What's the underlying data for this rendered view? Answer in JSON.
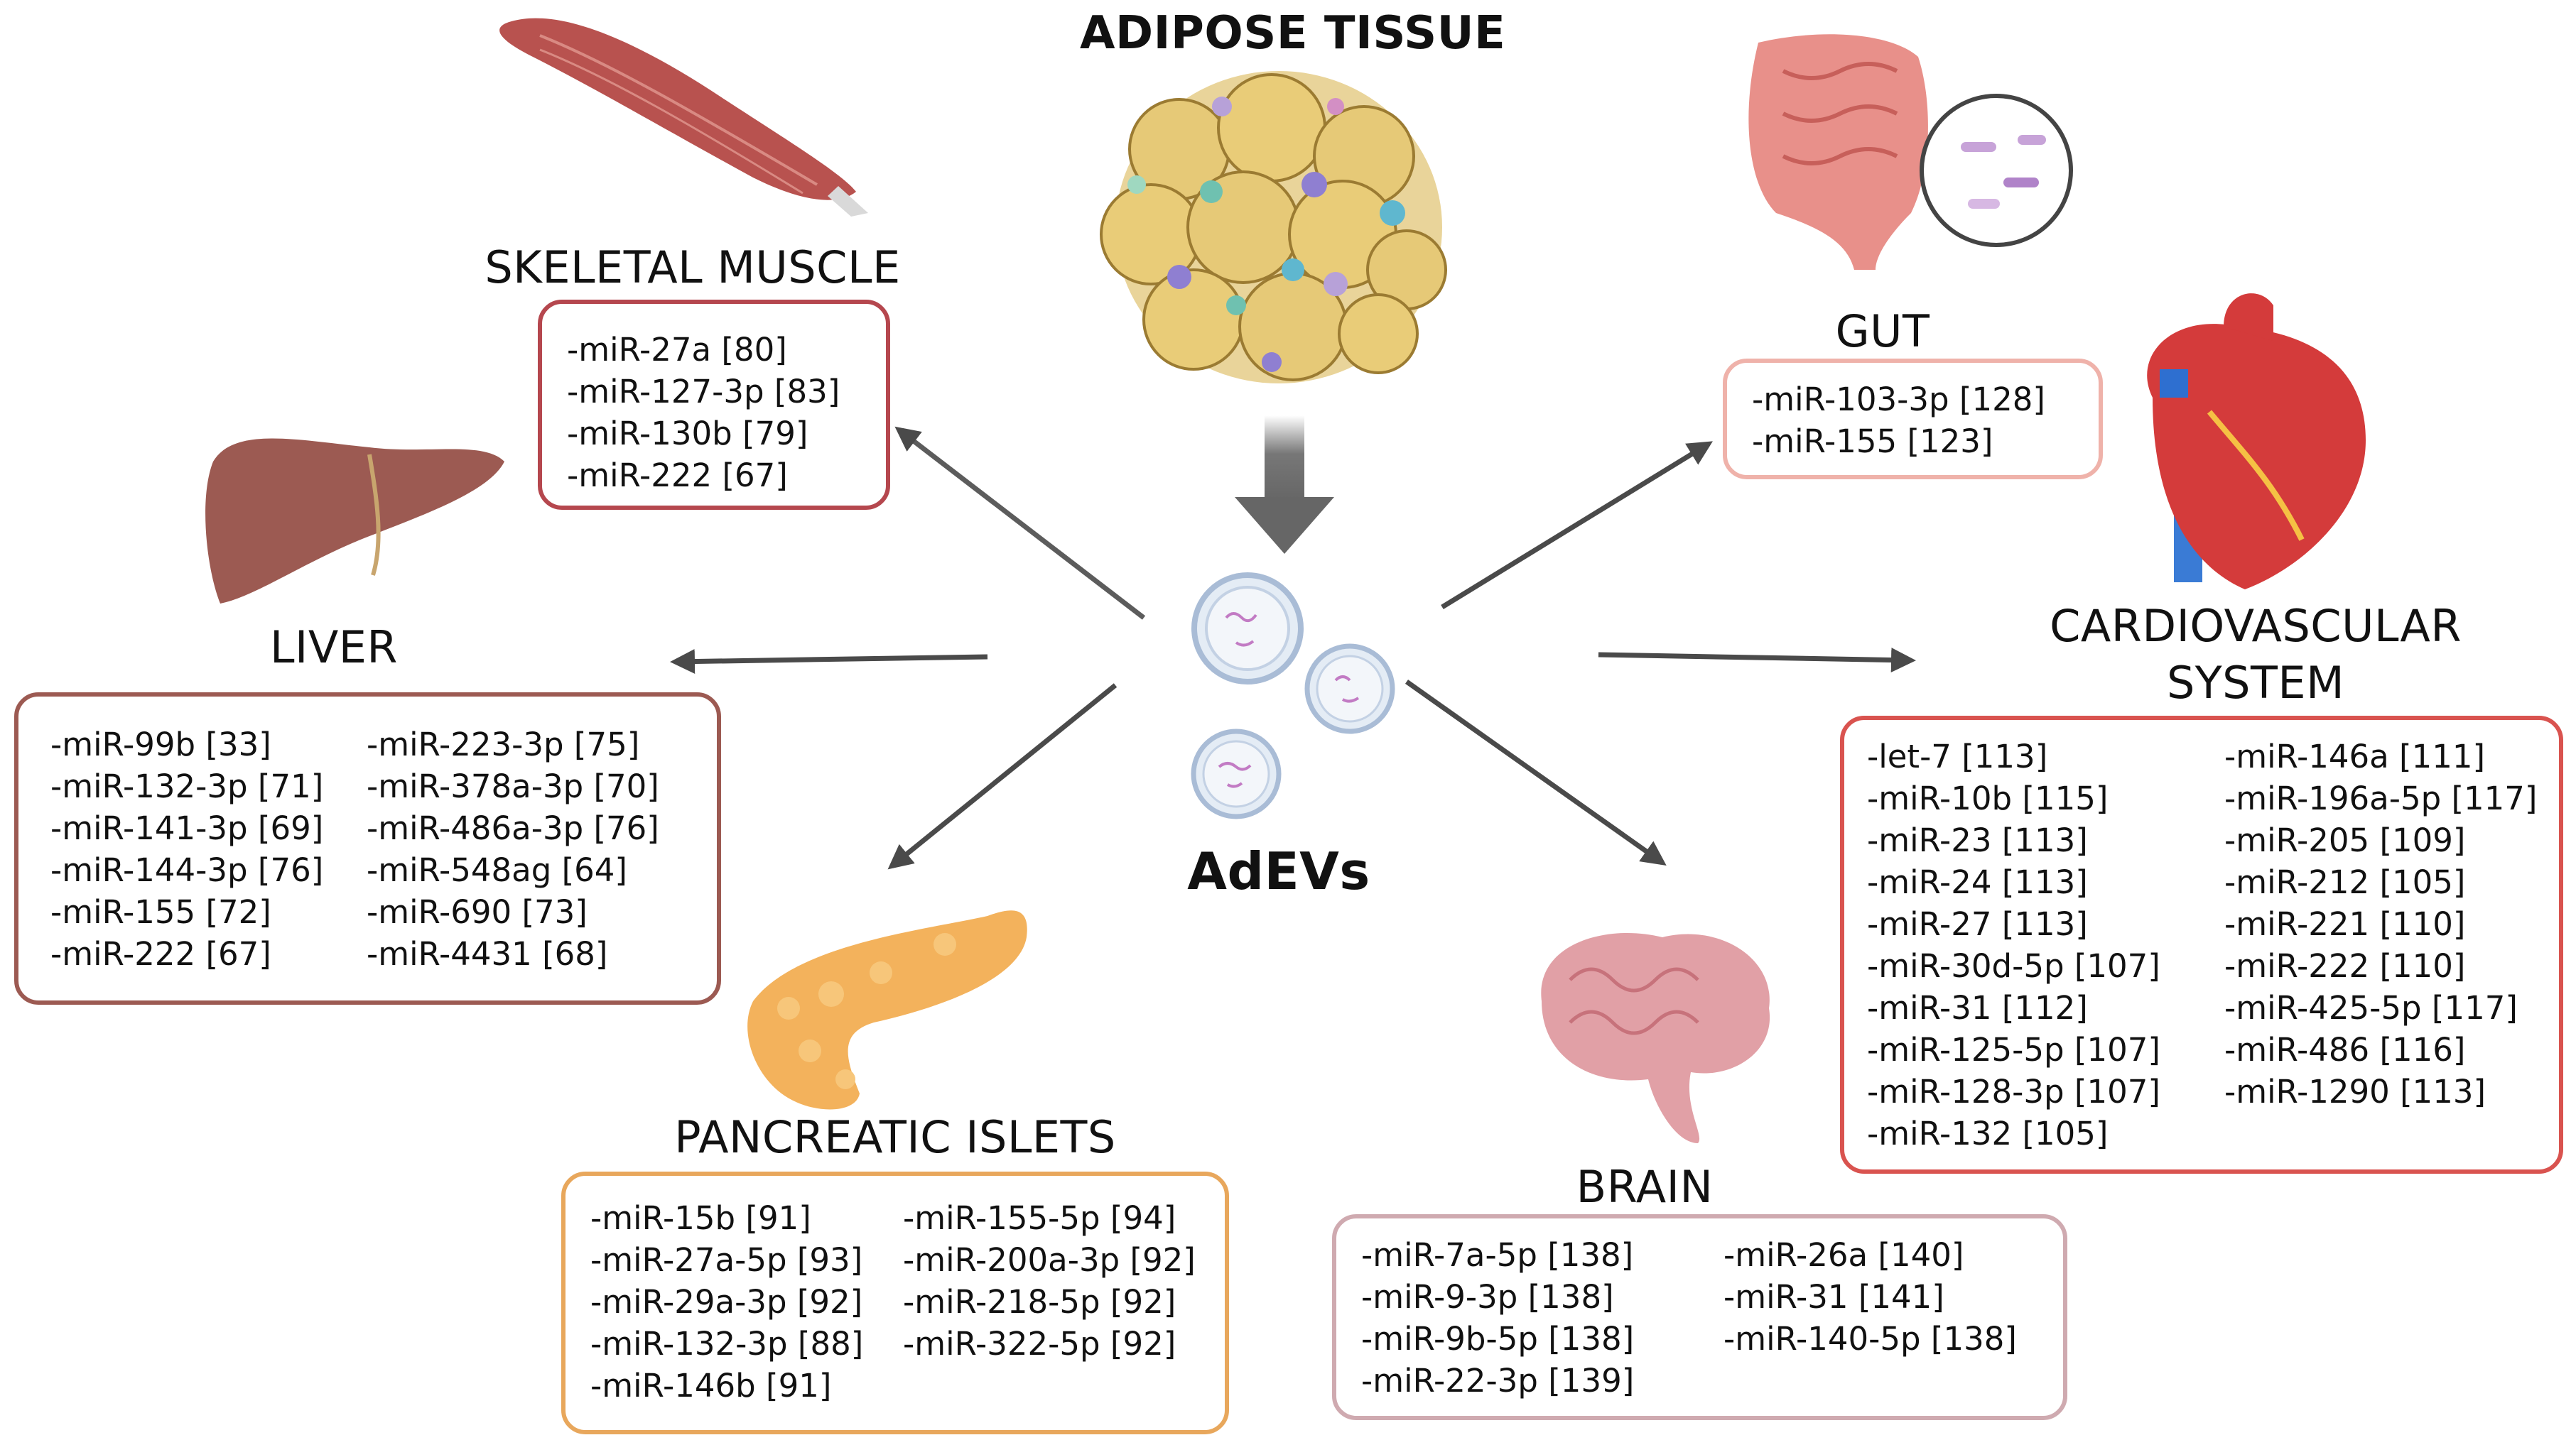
{
  "title": "ADIPOSE TISSUE",
  "center_label": "AdEVs",
  "targets": {
    "skeletal_muscle": {
      "title": "SKELETAL MUSCLE",
      "color": "#b5474e",
      "col1": [
        "-miR-27a [80]",
        "-miR-127-3p [83]",
        "-miR-130b [79]",
        "-miR-222 [67]"
      ]
    },
    "liver": {
      "title": "LIVER",
      "color": "#9c5a52",
      "col1": [
        "-miR-99b [33]",
        "-miR-132-3p [71]",
        "-miR-141-3p [69]",
        "-miR-144-3p [76]",
        "-miR-155 [72]",
        "-miR-222 [67]"
      ],
      "col2": [
        "-miR-223-3p [75]",
        "-miR-378a-3p [70]",
        "-miR-486a-3p [76]",
        "-miR-548ag [64]",
        "-miR-690 [73]",
        "-miR-4431 [68]"
      ]
    },
    "pancreatic_islets": {
      "title": "PANCREATIC ISLETS",
      "color": "#e8a75c",
      "col1": [
        "-miR-15b [91]",
        "-miR-27a-5p [93]",
        "-miR-29a-3p [92]",
        "-miR-132-3p [88]",
        "-miR-146b [91]"
      ],
      "col2": [
        "-miR-155-5p [94]",
        "-miR-200a-3p [92]",
        "-miR-218-5p [92]",
        "-miR-322-5p [92]"
      ]
    },
    "gut": {
      "title": "GUT",
      "color": "#efb2aa",
      "col1": [
        "-miR-103-3p [128]",
        "-miR-155 [123]"
      ]
    },
    "cardiovascular": {
      "title_line1": "CARDIOVASCULAR",
      "title_line2": "SYSTEM",
      "color": "#d9534f",
      "col1": [
        "-let-7 [113]",
        "-miR-10b [115]",
        "-miR-23 [113]",
        "-miR-24 [113]",
        "-miR-27 [113]",
        "-miR-30d-5p [107]",
        "-miR-31 [112]",
        "-miR-125-5p [107]",
        "-miR-128-3p [107]",
        "-miR-132 [105]"
      ],
      "col2": [
        "-miR-146a [111]",
        "-miR-196a-5p [117]",
        "-miR-205 [109]",
        "-miR-212 [105]",
        "-miR-221 [110]",
        "-miR-222 [110]",
        "-miR-425-5p [117]",
        "-miR-486 [116]",
        "-miR-1290 [113]"
      ]
    },
    "brain": {
      "title": "BRAIN",
      "color": "#cfaab0",
      "col1": [
        "-miR-7a-5p [138]",
        "-miR-9-3p [138]",
        "-miR-9b-5p [138]",
        "-miR-22-3p [139]"
      ],
      "col2": [
        "-miR-26a [140]",
        "-miR-31 [141]",
        "-miR-140-5p [138]"
      ]
    }
  }
}
